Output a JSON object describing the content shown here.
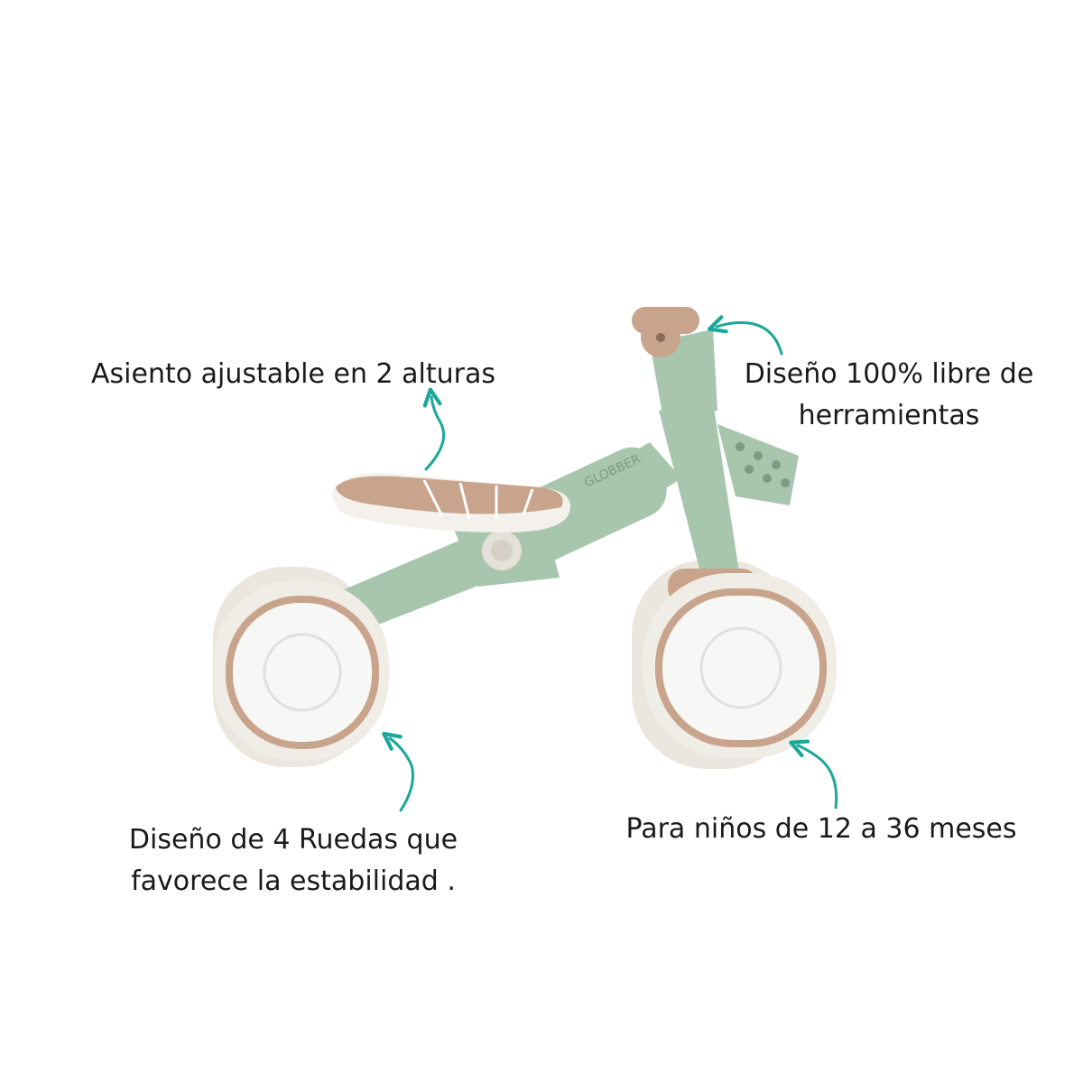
{
  "product": {
    "brand_mark": "GLOBBER",
    "colors": {
      "frame": "#a8c5ae",
      "frame_dark": "#93b39a",
      "accent": "#c8a48c",
      "wheel_white": "#f7f7f5",
      "tire": "#ece7de",
      "arrow": "#1aa89a"
    }
  },
  "callouts": {
    "seat": {
      "line1": "Asiento ajustable en 2 alturas"
    },
    "tools": {
      "line1": "Diseño 100% libre de",
      "line2": "herramientas"
    },
    "wheels": {
      "line1": "Diseño de 4 Ruedas que",
      "line2": "favorece la estabilidad ."
    },
    "age": {
      "line1": "Para niños de 12 a 36 meses"
    }
  },
  "icons": [
    "curved-arrow-icon"
  ]
}
